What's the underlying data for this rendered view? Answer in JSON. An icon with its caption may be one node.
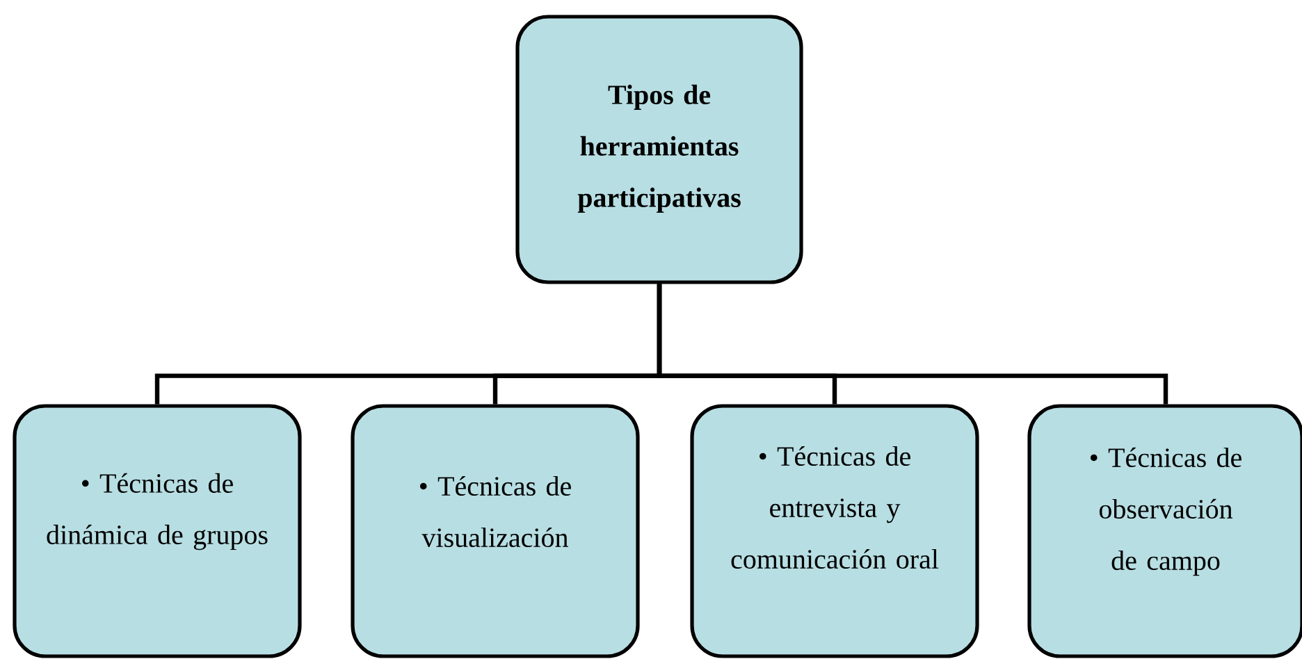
{
  "diagram": {
    "nodes": [
      {
        "text": [
          "Tipos de herramientas participativas"
        ]
      },
      {
        "text": [
          "• Técnicas de dinámica de grupos"
        ]
      },
      {
        "text": [
          "• Técnicas de visualización"
        ]
      },
      {
        "text": [
          "• Técnicas de entrevista y comunicación oral"
        ]
      },
      {
        "text": [
          "• Técnicas de observación de campo"
        ]
      }
    ],
    "edges": [
      {
        "from": 0,
        "to": 1,
        "arrow": "none"
      },
      {
        "from": 0,
        "to": 2,
        "arrow": "none"
      },
      {
        "from": 0,
        "to": 3,
        "arrow": "none"
      },
      {
        "from": 0,
        "to": 4,
        "arrow": "none"
      }
    ]
  }
}
